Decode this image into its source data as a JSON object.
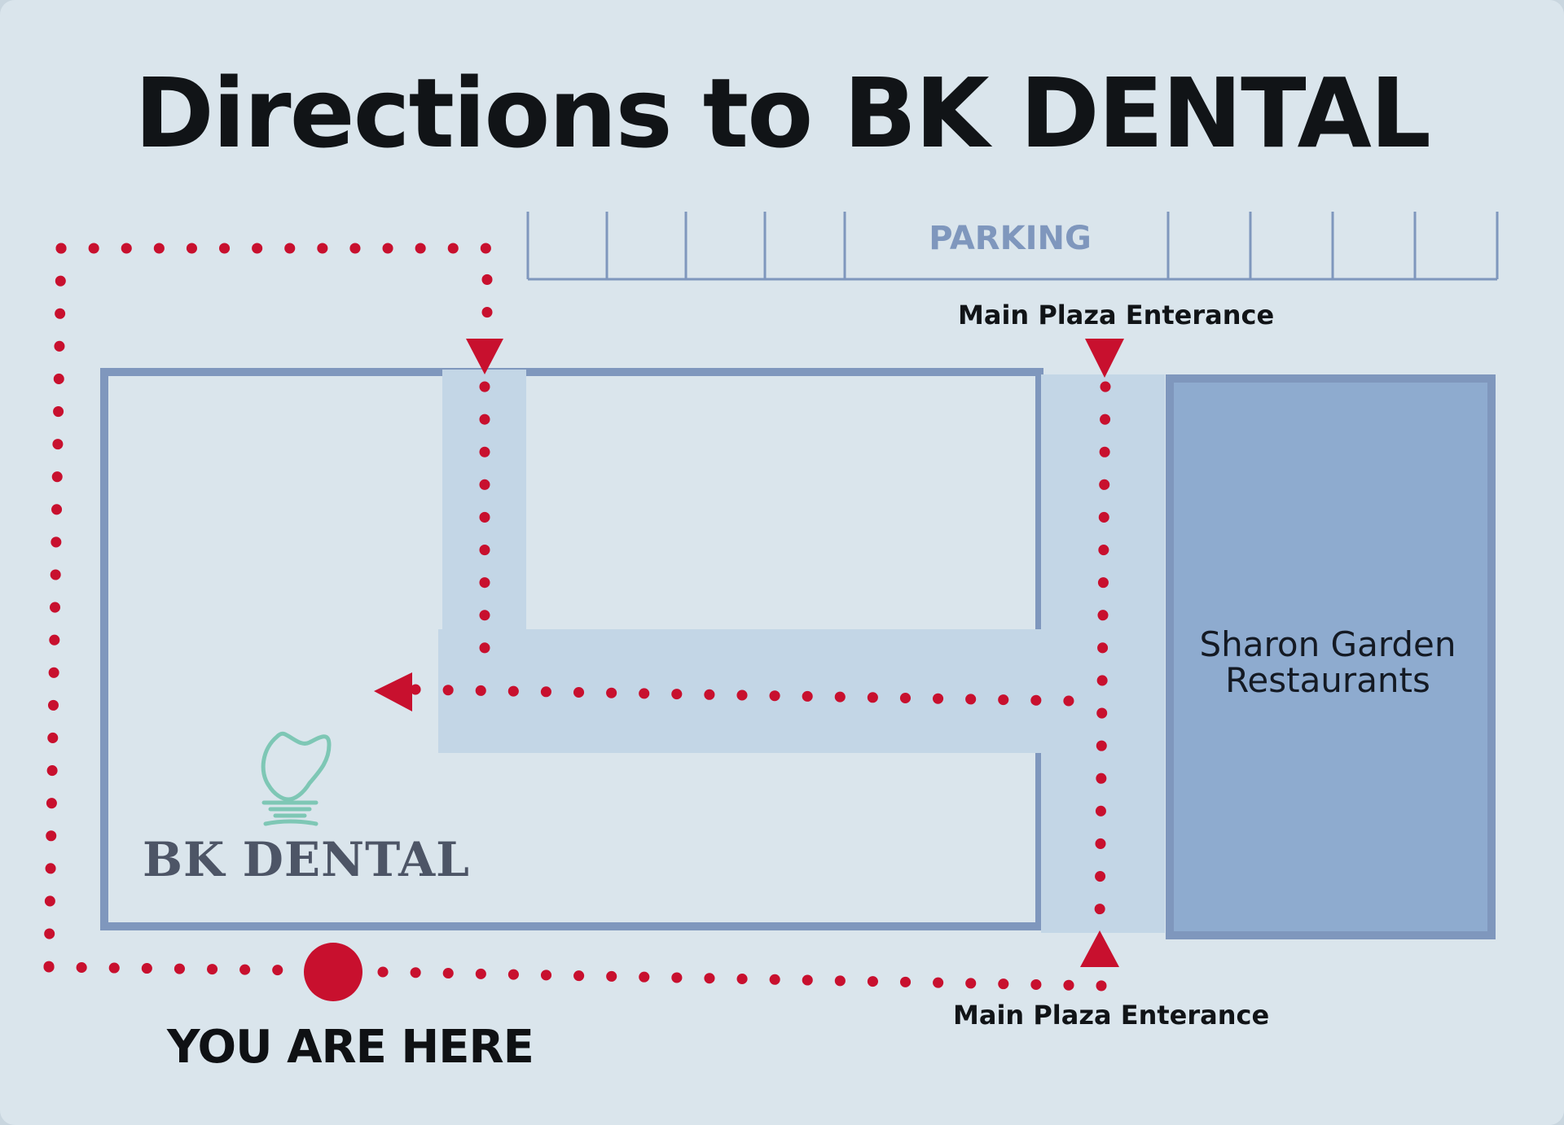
{
  "title": "Directions to BK DENTAL",
  "parking_label": "PARKING",
  "entrances": {
    "top": "Main Plaza Enterance",
    "bottom": "Main Plaza Enterance"
  },
  "restaurants": {
    "line1": "Sharon Garden",
    "line2": "Restaurants"
  },
  "clinic": {
    "name": "BK DENTAL",
    "logo": "tooth-implant-icon"
  },
  "you_are_here": "YOU ARE HERE",
  "colors": {
    "background": "#dae5ec",
    "route": "#c8102e",
    "walkway": "#c3d6e6",
    "outline": "#7f97bd",
    "restaurant_fill": "#8eabcf",
    "logo": "#7ec7b5",
    "text": "#111417"
  }
}
